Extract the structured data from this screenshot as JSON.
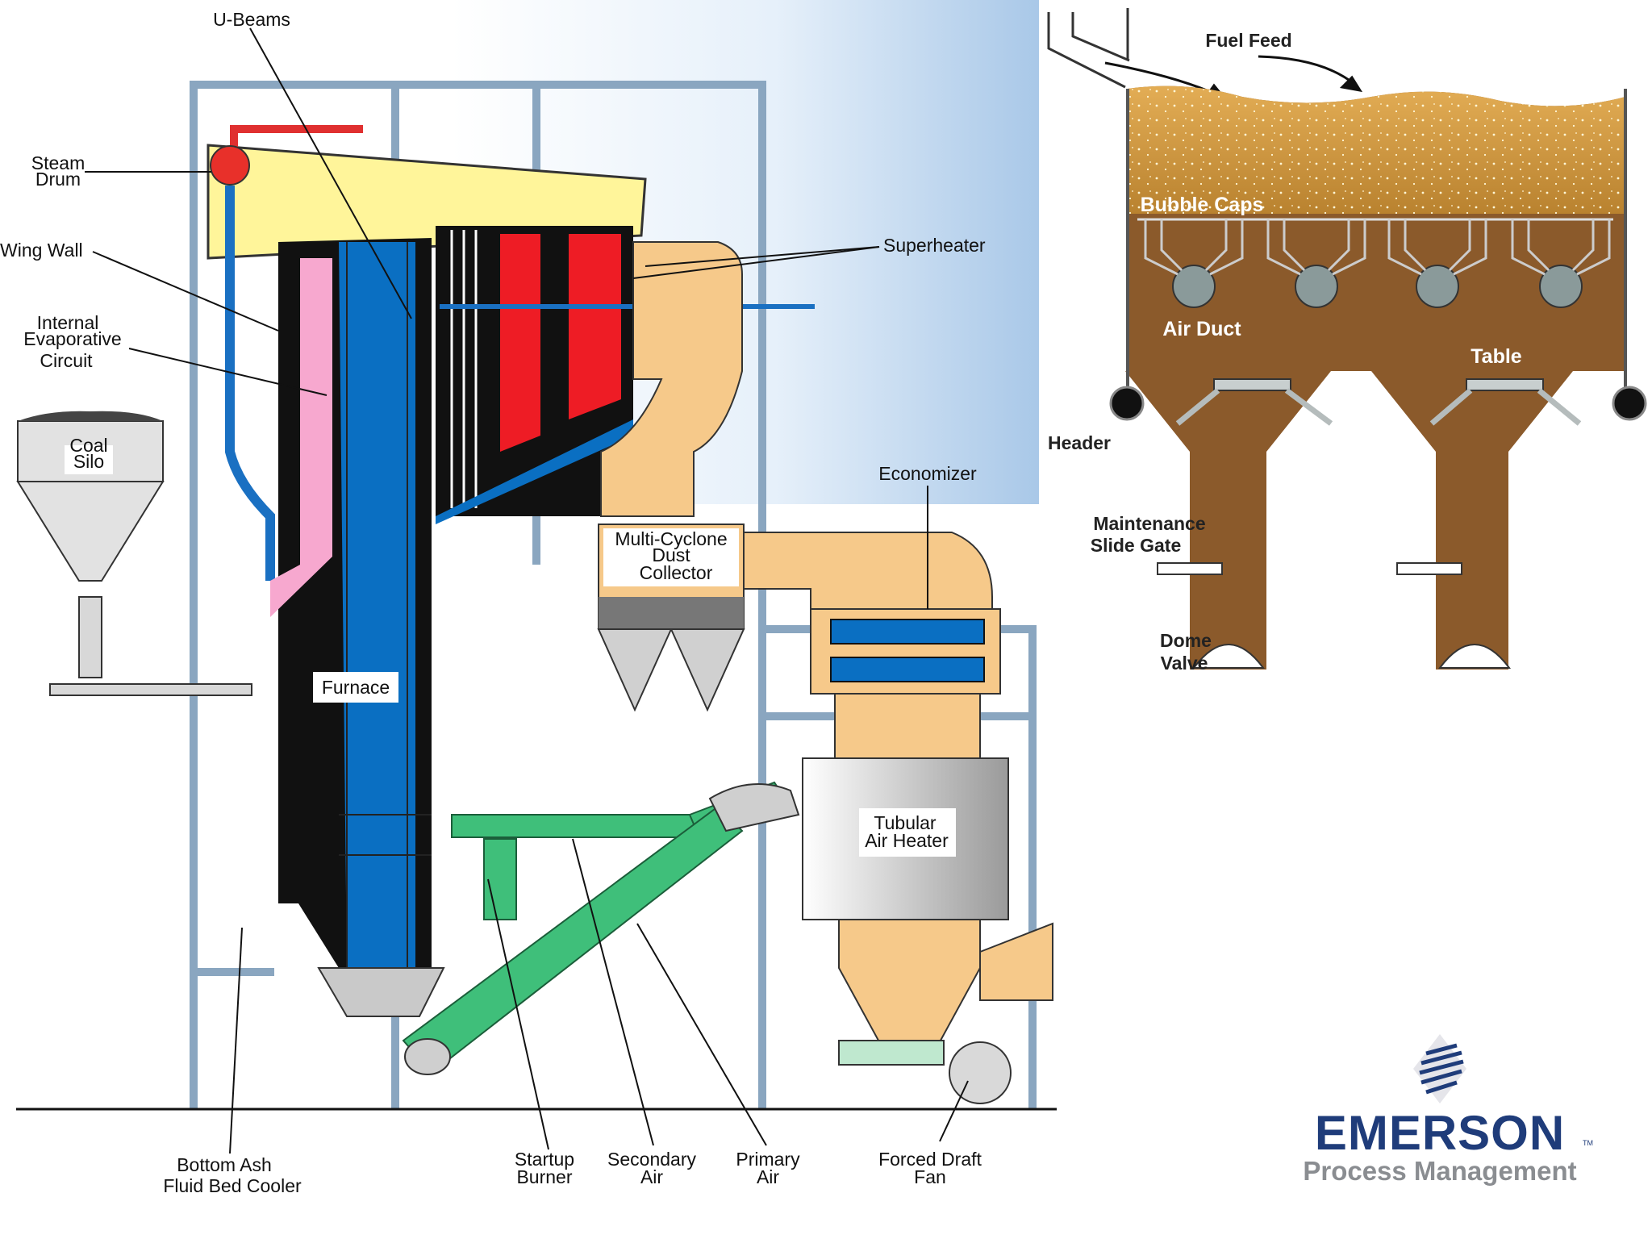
{
  "boiler_labels": {
    "u_beams": "U-Beams",
    "steam_drum": [
      "Steam",
      "Drum"
    ],
    "wing_wall": "Wing Wall",
    "internal_evaporative_circuit": [
      "Internal",
      "Evaporative",
      "Circuit"
    ],
    "superheater": "Superheater",
    "coal_silo": [
      "Coal",
      "Silo"
    ],
    "economizer": "Economizer",
    "multi_cyclone_dust_collector": [
      "Multi-Cyclone",
      "Dust",
      "Collector"
    ],
    "furnace": "Furnace",
    "tubular_air_heater": [
      "Tubular",
      "Air Heater"
    ],
    "bottom_ash_fluid_bed_cooler": [
      "Bottom Ash",
      "Fluid Bed Cooler"
    ],
    "startup_burner": [
      "Startup",
      "Burner"
    ],
    "secondary_air": [
      "Secondary",
      "Air"
    ],
    "primary_air": [
      "Primary",
      "Air"
    ],
    "forced_draft_fan": [
      "Forced Draft",
      "Fan"
    ]
  },
  "bed_labels": {
    "fuel_feed": "Fuel Feed",
    "bubble_caps": "Bubble Caps",
    "air_duct": "Air Duct",
    "table": "Table",
    "header": "Header",
    "maintenance_slide_gate": [
      "Maintenance",
      "Slide Gate"
    ],
    "dome_valve": [
      "Dome",
      "Valve"
    ]
  },
  "logo": {
    "name": "EMERSON",
    "tm": "TM",
    "subtitle": "Process Management"
  },
  "colors": {
    "furnace_blue": "#0a6fc2",
    "superheater_red": "#ee1c25",
    "drum_yellow": "#fff59a",
    "duct_tan": "#f6c98a",
    "air_green": "#3fbf7a",
    "wing_pink": "#f7a8cf",
    "bed_brown": "#8b5a2b",
    "bed_sand": "#d9a44a",
    "emerson_blue": "#1f3c7a"
  }
}
